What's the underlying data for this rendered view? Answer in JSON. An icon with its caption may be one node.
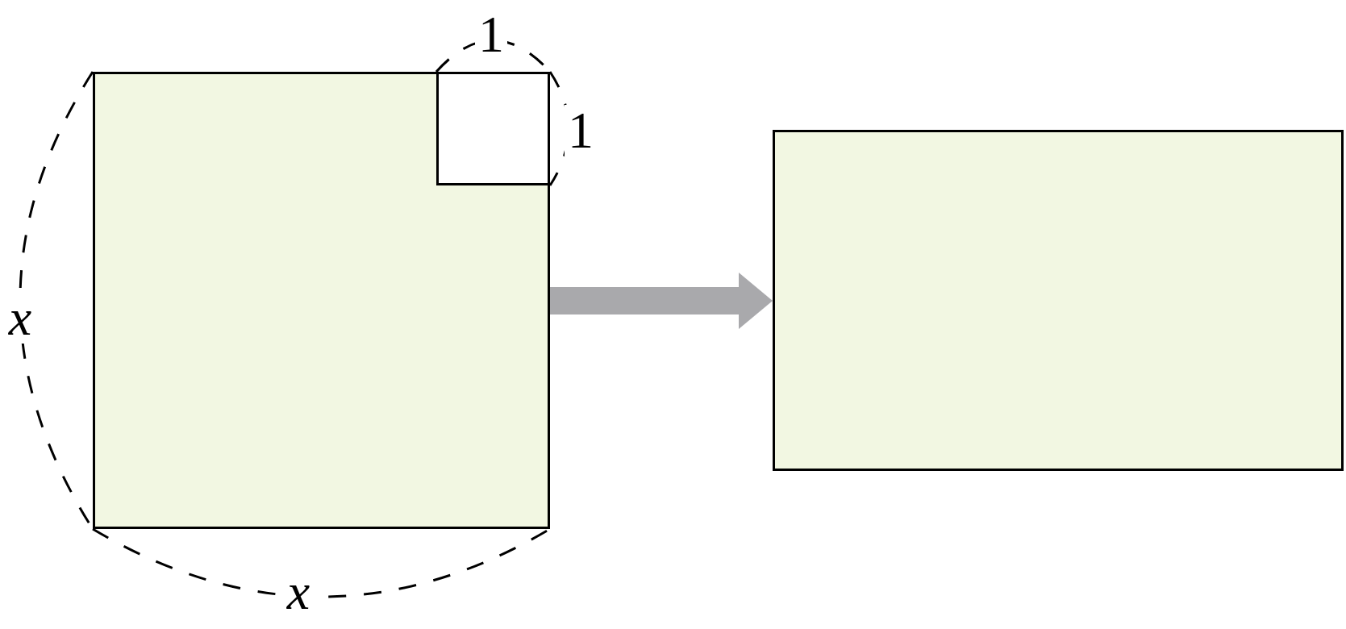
{
  "diagram": {
    "nodes": [
      {
        "text": [],
        "shape": "box"
      },
      {
        "text": [],
        "shape": "box",
        "in": 0
      },
      {
        "text": [],
        "shape": "box"
      }
    ],
    "edges": [
      {
        "from": 0,
        "to": 2,
        "arrow": "to"
      }
    ],
    "labels": [
      "1",
      "1",
      "x",
      "x"
    ]
  }
}
